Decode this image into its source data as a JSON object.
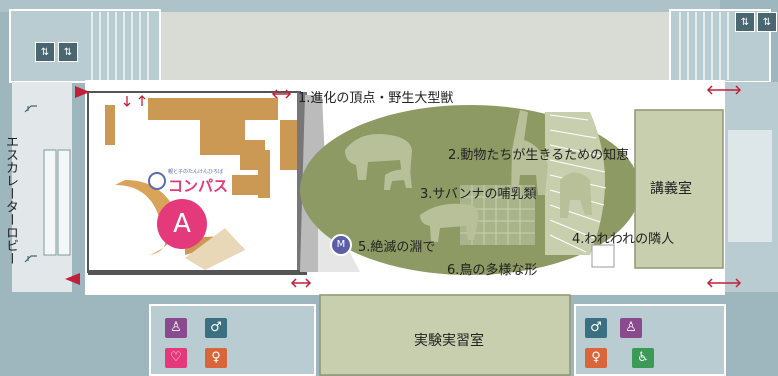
{
  "colors": {
    "background": "#d8dcd4",
    "corridor": "#ffffff",
    "structure_blue": "#9eb6bd",
    "room_green": "#c8cfae",
    "exhibit_green": "#8d9a64",
    "exhibit_orange": "#cc9955",
    "entrance_red": "#c0203a",
    "accent_pink": "#e4397a",
    "toilet_blue": "#3a7080",
    "toilet_orange": "#d9653b",
    "nursing_purple": "#8a4a8e",
    "accessible_green": "#3b9a55"
  },
  "rooms": {
    "escalator_lobby": "エスカレーターロビー",
    "lecture_room": "講義室",
    "lab_room": "実験実習室"
  },
  "exhibits": [
    {
      "label": "1.進化の頂点・野生大型獣"
    },
    {
      "label": "2.動物たちが生きるための知恵"
    },
    {
      "label": "3.サバンナの哺乳類"
    },
    {
      "label": "4.われわれの隣人"
    },
    {
      "label": "5.絶滅の淵で"
    },
    {
      "label": "6.鳥の多様な形"
    }
  ],
  "area_a": {
    "marker": "A",
    "compass_logo": "コンパス",
    "compass_tagline": "親と子のたんけんひろば"
  },
  "icons": {
    "elevator": "elevator-icon",
    "escalator": "escalator-icon",
    "toilet_men": "mens-toilet-icon",
    "toilet_women": "womens-toilet-icon",
    "diaper": "diaper-changing-icon",
    "nursing": "nursing-room-icon",
    "accessible": "accessible-toilet-icon",
    "entrance": "entrance-arrow-icon",
    "passage": "passage-arrow-icon",
    "stairs": "stairs-icon",
    "museum": "museum-logo-icon"
  }
}
